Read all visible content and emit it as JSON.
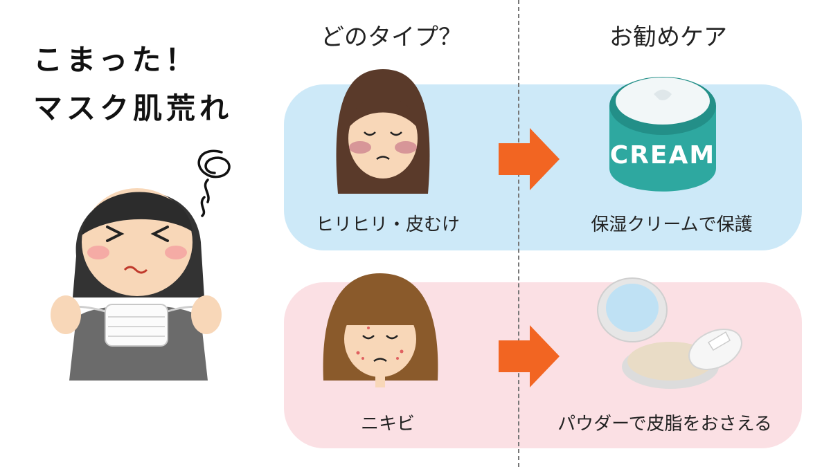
{
  "title": "こまった！\nマスク肌荒れ",
  "headers": {
    "type": "どのタイプ？",
    "care": "お勧めケア"
  },
  "rows": [
    {
      "type": "ヒリヒリ・皮むけ",
      "care": "保湿クリームで保護",
      "product_text": "CREAM",
      "band_color": "#cde9f8"
    },
    {
      "type": "ニキビ",
      "care": "パウダーで皮脂をおさえる",
      "band_color": "#fbe0e4"
    }
  ],
  "colors": {
    "arrow": "#f26522",
    "divider": "#777777"
  }
}
